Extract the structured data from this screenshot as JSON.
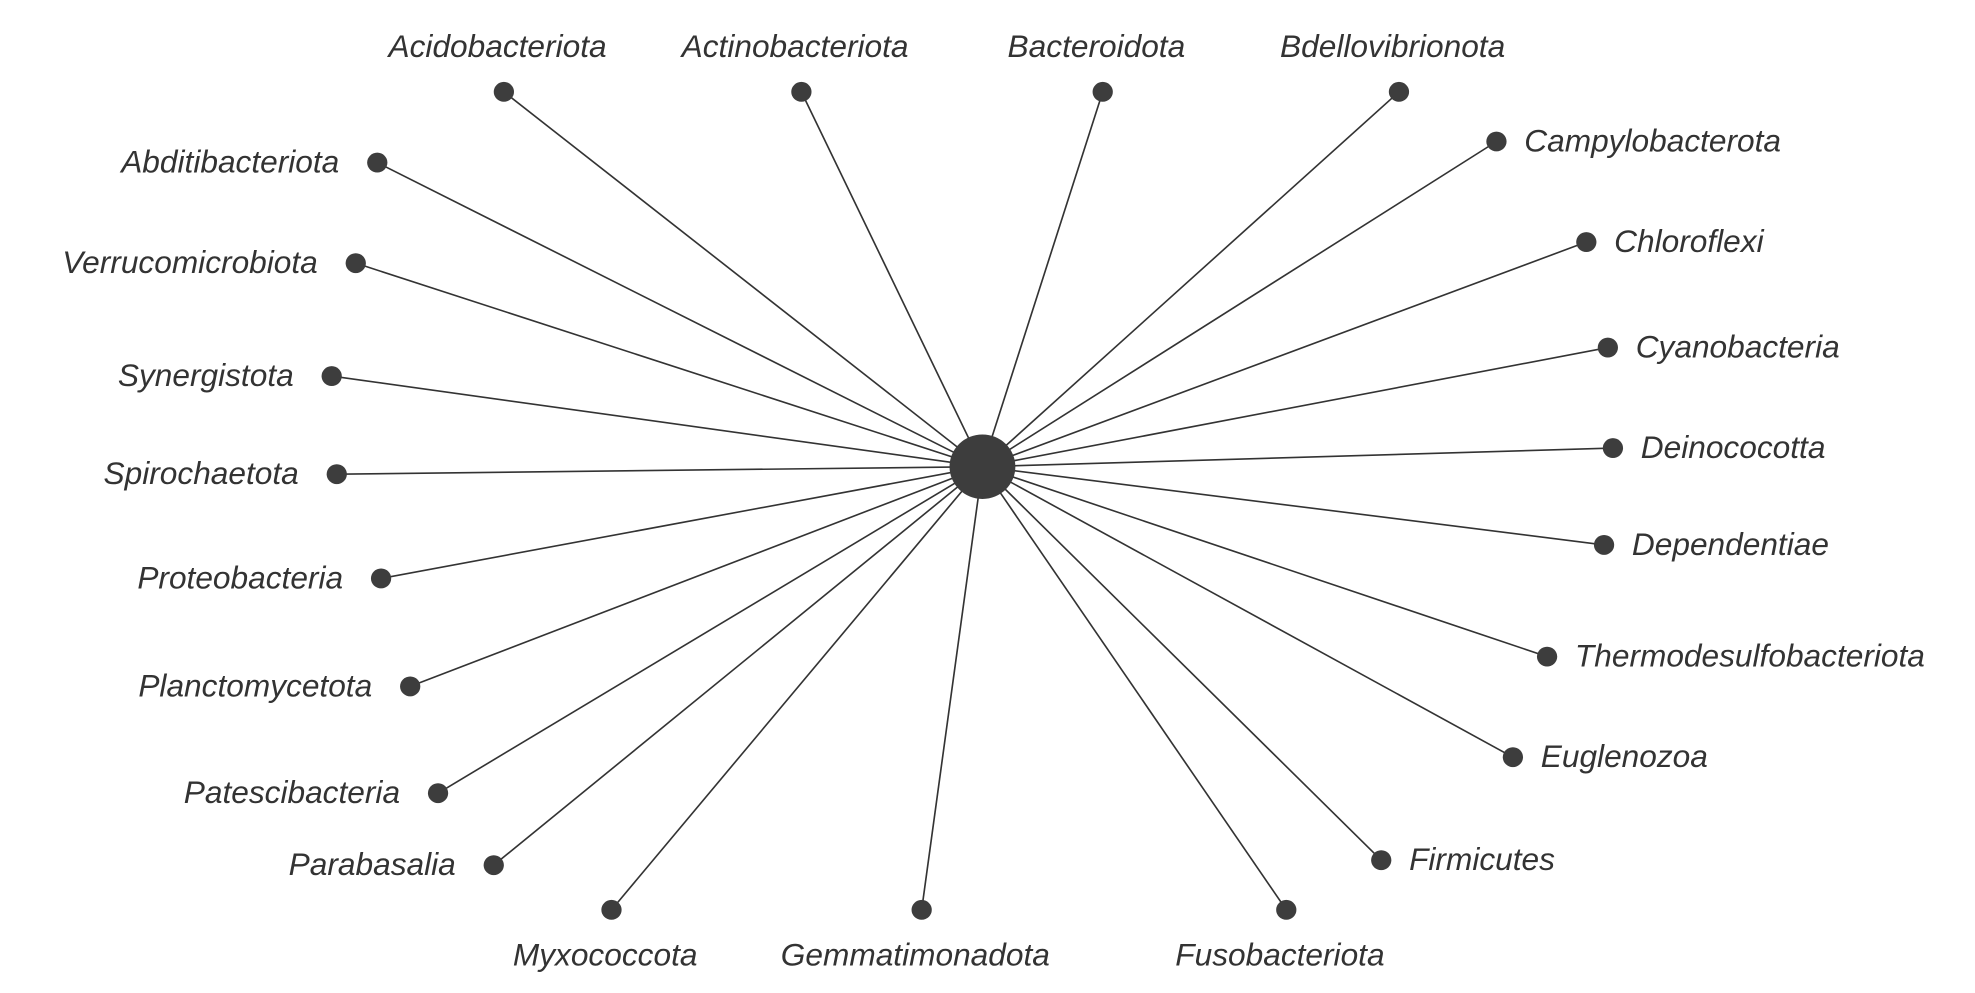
{
  "diagram": {
    "type": "star-network",
    "center": {
      "label": ""
    },
    "color": "#3d3d3d",
    "nodes": [
      "Acidobacteriota",
      "Actinobacteriota",
      "Bacteroidota",
      "Bdellovibrionota",
      "Campylobacterota",
      "Chloroflexi",
      "Cyanobacteria",
      "Deinococotta",
      "Dependentiae",
      "Thermodesulfobacteriota",
      "Euglenozoa",
      "Firmicutes",
      "Fusobacteriota",
      "Gemmatimonadota",
      "Myxococcota",
      "Parabasalia",
      "Patescibacteria",
      "Planctomycetota",
      "Proteobacteria",
      "Spirochaetota",
      "Synergistota",
      "Verrucomicrobiota",
      "Abditibacteriota"
    ]
  }
}
